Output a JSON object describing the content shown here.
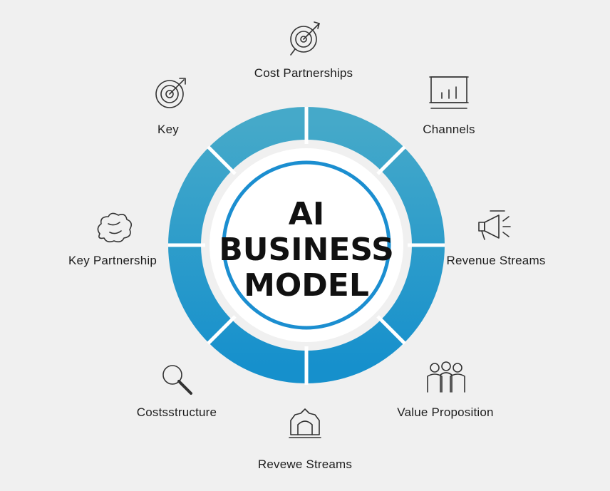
{
  "center": {
    "line1": "AI",
    "line2": "BUSINESS",
    "line3": "MODEL"
  },
  "nodes": [
    {
      "label": "Cost Partnerships",
      "icon": "target-arrow-icon"
    },
    {
      "label": "Channels",
      "icon": "bar-chart-board-icon"
    },
    {
      "label": "Revenue Streams",
      "icon": "megaphone-icon"
    },
    {
      "label": "Value Proposition",
      "icon": "people-group-icon"
    },
    {
      "label": "Revewe Streams",
      "icon": "gear-head-icon"
    },
    {
      "label": "Costsstructure",
      "icon": "magnifier-icon"
    },
    {
      "label": "Key Partnership",
      "icon": "brain-cloud-icon"
    },
    {
      "label": "Key",
      "icon": "target-icon"
    }
  ],
  "colors": {
    "ring_top": "#3aa6cb",
    "ring_bottom": "#1a8fc8",
    "inner_ring": "#1b8ed0",
    "divider": "#ffffff",
    "background": "#f0f0f0",
    "text": "#1d1d1d"
  }
}
